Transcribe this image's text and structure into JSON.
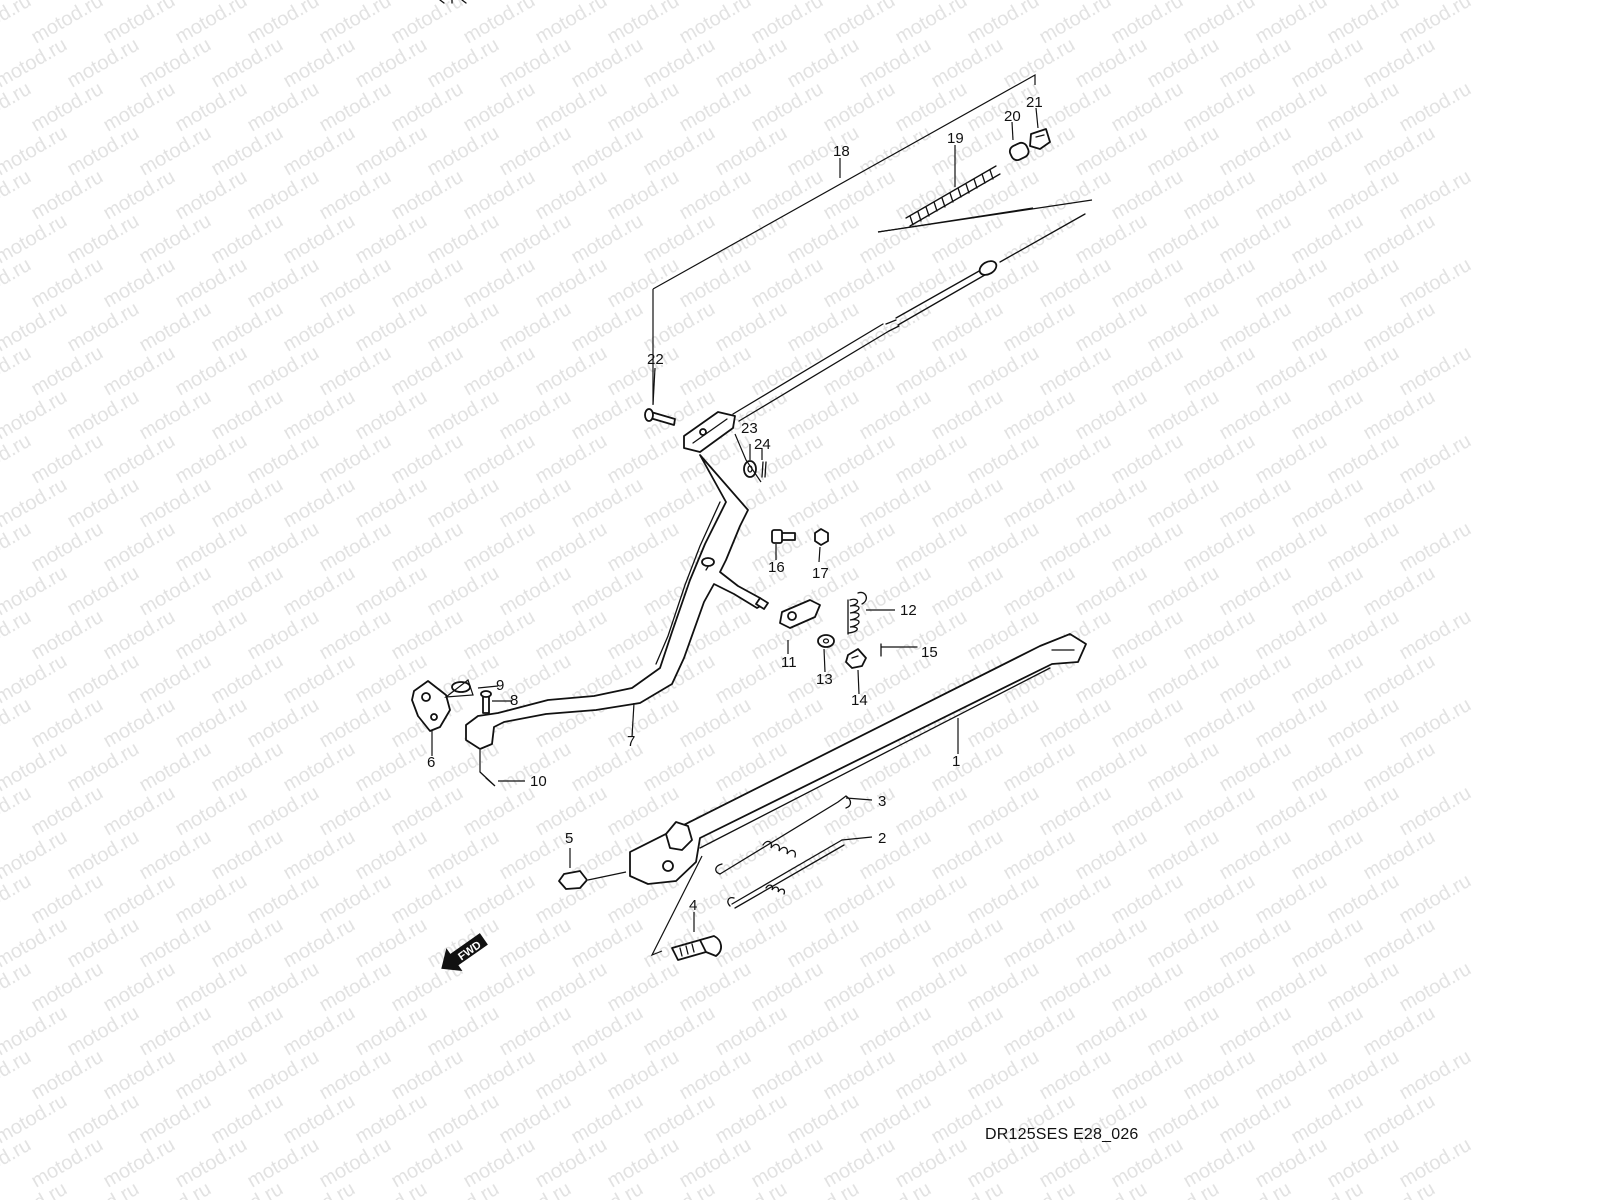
{
  "watermark": "motod.ru",
  "diagram_code": "DR125SES E28_026",
  "fwd_label": "FWD",
  "callouts": [
    "1",
    "2",
    "3",
    "4",
    "5",
    "6",
    "7",
    "8",
    "9",
    "10",
    "11",
    "12",
    "13",
    "14",
    "15",
    "16",
    "17",
    "18",
    "19",
    "20",
    "21",
    "22",
    "23",
    "24"
  ]
}
